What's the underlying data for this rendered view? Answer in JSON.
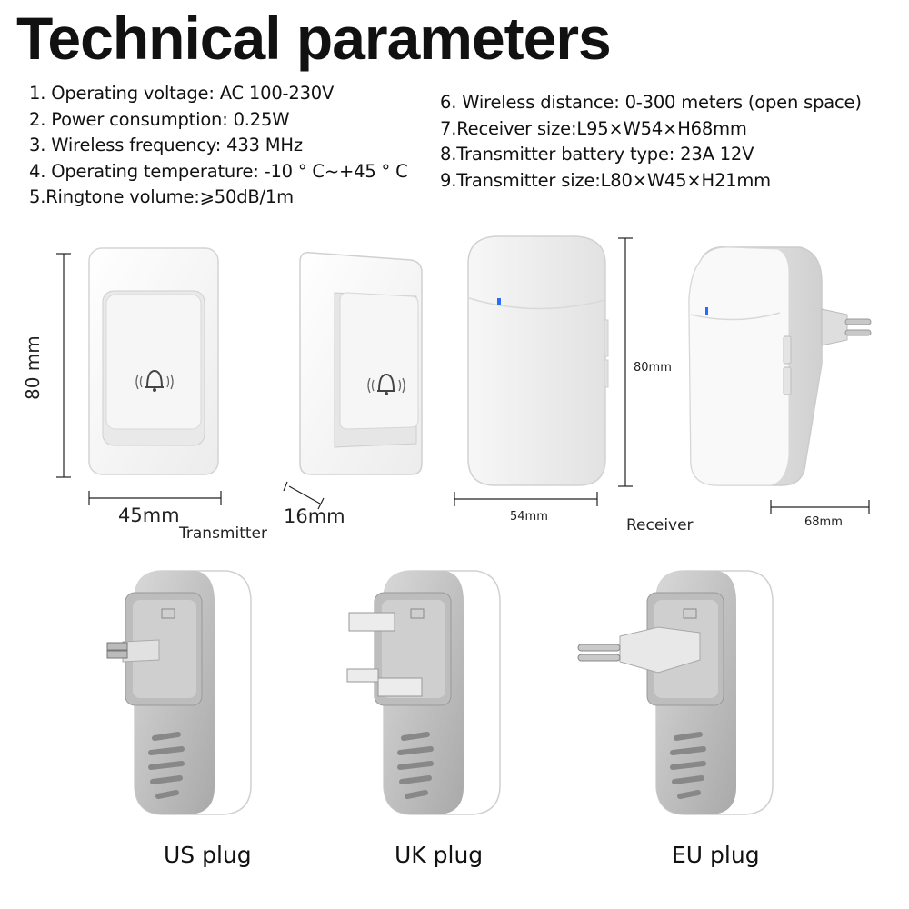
{
  "title": "Technical parameters",
  "specs_left": [
    "1. Operating voltage: AC 100-230V",
    "2. Power consumption: 0.25W",
    "3. Wireless frequency: 433 MHz",
    "4. Operating temperature: -10 ° C~+45 ° C",
    "5.Ringtone volume:⩾50dB/1m"
  ],
  "specs_right": [
    "6. Wireless distance: 0-300 meters (open space)",
    "7.Receiver size:L95×W54×H68mm",
    "8.Transmitter battery type: 23A 12V",
    "9.Transmitter size:L80×W45×H21mm"
  ],
  "dimensions": {
    "tx_height": "80 mm",
    "tx_width": "45mm",
    "tx_depth": "16mm",
    "tx_label": "Transmitter",
    "rx_height": "80mm",
    "rx_width": "54mm",
    "rx_depth": "68mm",
    "rx_label": "Receiver"
  },
  "plugs": {
    "us": "US plug",
    "uk": "UK plug",
    "eu": "EU plug"
  },
  "icons": [
    "bell-icon"
  ],
  "colors": {
    "device_white": "#fbfbfb",
    "device_grey": "#c9c9c9",
    "indicator_blue": "#2a6df4"
  }
}
